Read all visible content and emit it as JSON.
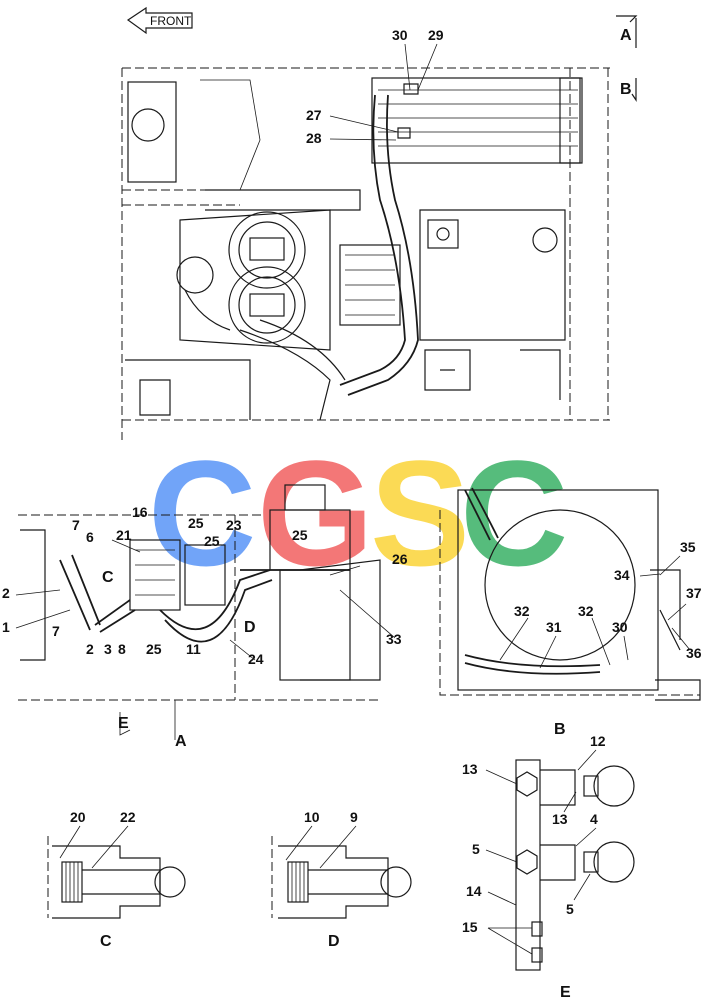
{
  "front_label": "FRONT",
  "view_refs": {
    "a": "A",
    "b": "B",
    "c": "C",
    "d": "D",
    "e": "E"
  },
  "view_titles": {
    "a": "A",
    "b": "B",
    "c": "C",
    "d": "D",
    "e": "E"
  },
  "watermark": {
    "letters": [
      "C",
      "G",
      "S",
      "C"
    ],
    "colors": [
      "#3b82f6",
      "#ef4444",
      "#facc15",
      "#16a34a"
    ]
  },
  "callouts": {
    "main": [
      "30",
      "29",
      "27",
      "28"
    ],
    "view_a": [
      "7",
      "6",
      "16",
      "21",
      "25",
      "23",
      "25",
      "25",
      "26",
      "2",
      "1",
      "7",
      "2",
      "3",
      "8",
      "25",
      "11",
      "24",
      "33"
    ],
    "view_b": [
      "35",
      "34",
      "37",
      "36",
      "32",
      "32",
      "31",
      "30"
    ],
    "view_c": [
      "20",
      "22"
    ],
    "view_d": [
      "10",
      "9"
    ],
    "view_e": [
      "12",
      "13",
      "13",
      "4",
      "5",
      "5",
      "14",
      "15"
    ]
  }
}
